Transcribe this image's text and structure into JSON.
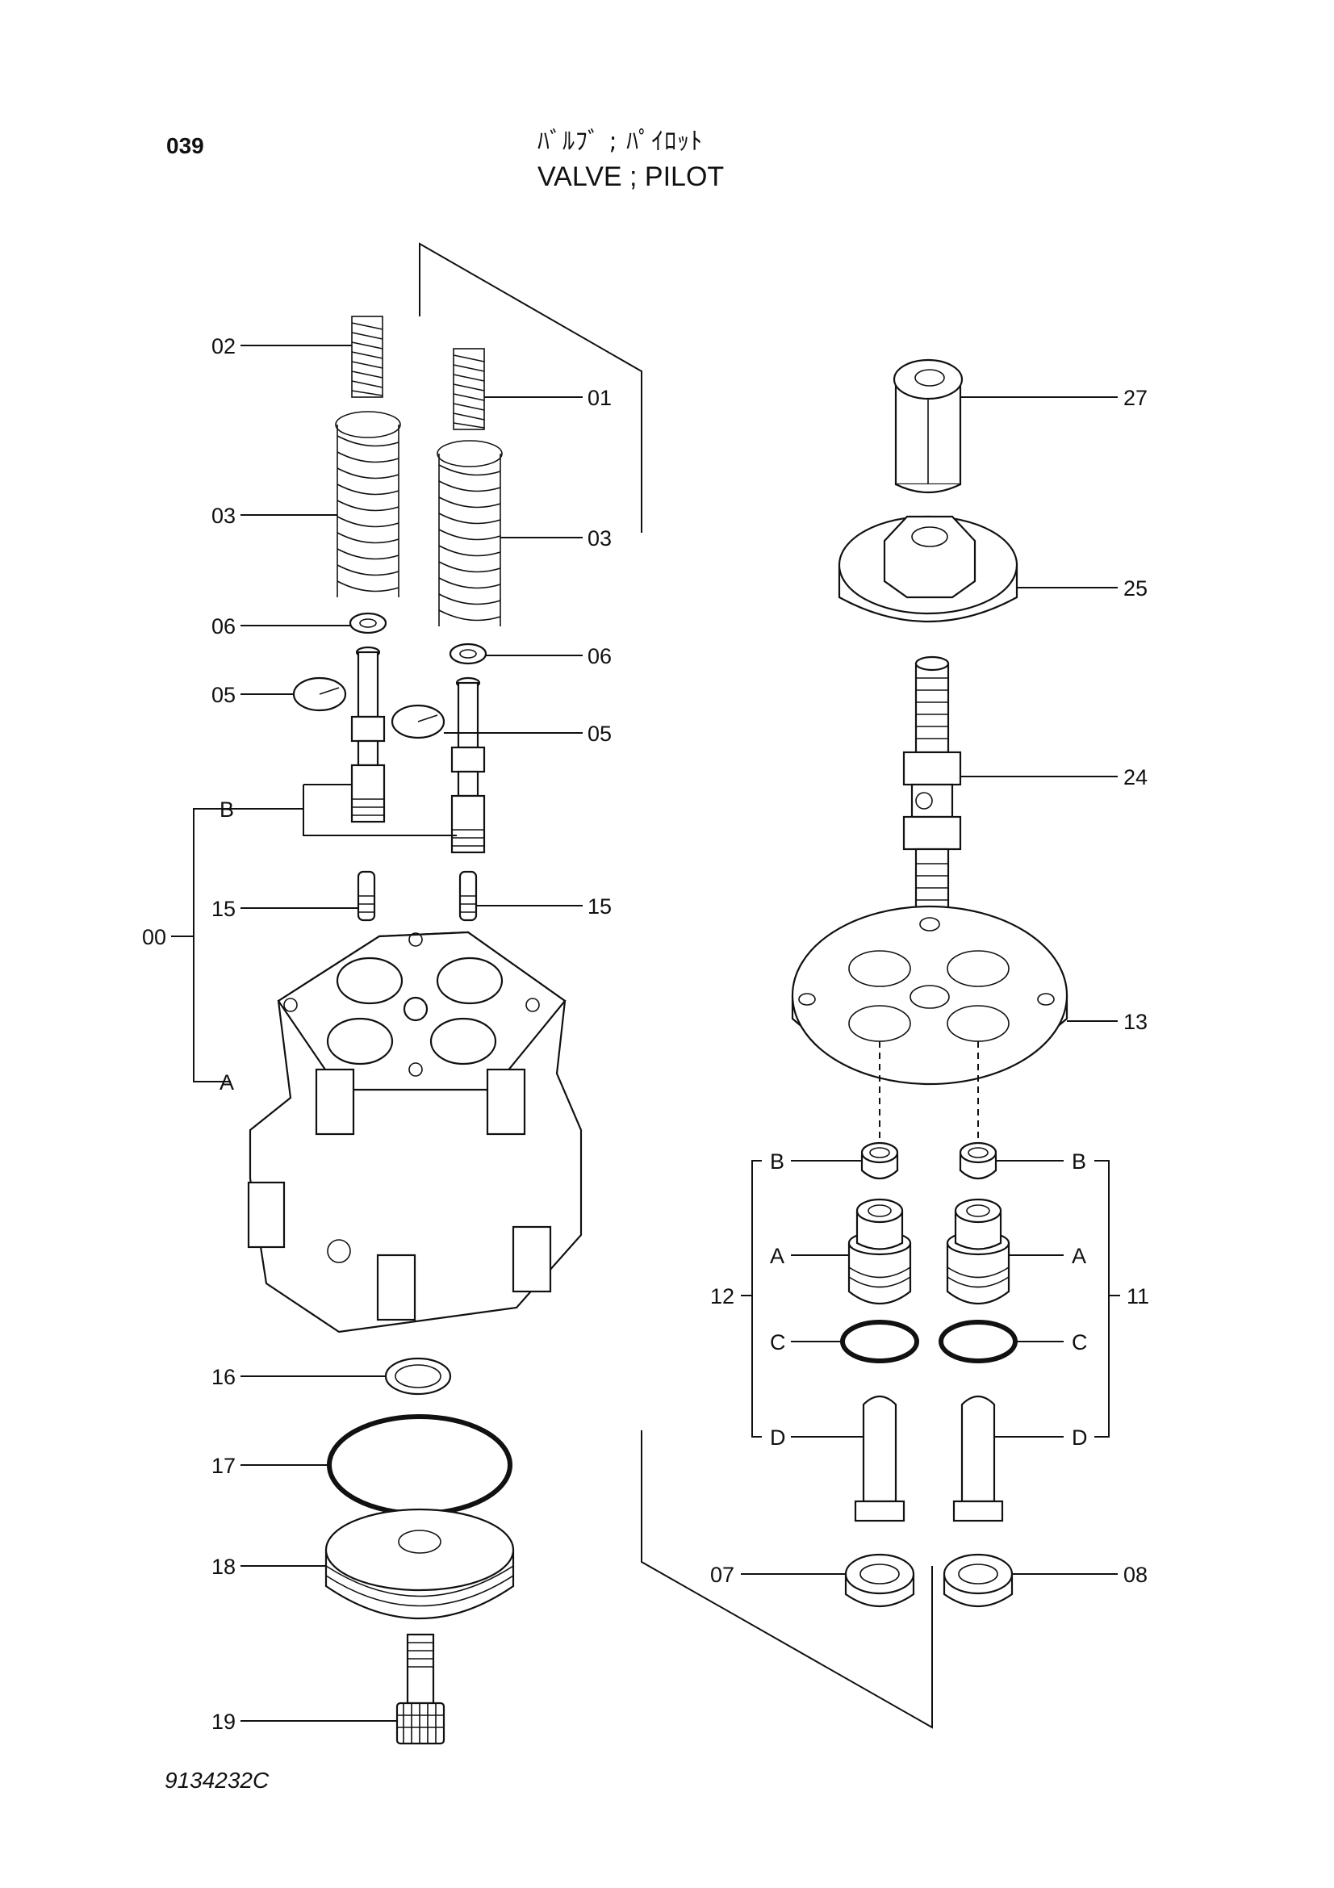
{
  "header": {
    "page_number": "039",
    "title_jp": "ﾊﾞﾙﾌﾞ ; ﾊﾟｲﾛｯﾄ",
    "title_en": "VALVE ; PILOT"
  },
  "footer": {
    "drawing_number": "9134232C"
  },
  "callouts": {
    "c01": "01",
    "c02": "02",
    "c03a": "03",
    "c03b": "03",
    "c05a": "05",
    "c05b": "05",
    "c06a": "06",
    "c06b": "06",
    "c00": "00",
    "cB_left": "B",
    "cA_left": "A",
    "c15a": "15",
    "c15b": "15",
    "c16": "16",
    "c17": "17",
    "c18": "18",
    "c19": "19",
    "c27": "27",
    "c25": "25",
    "c24": "24",
    "c13": "13",
    "c12": "12",
    "c11": "11",
    "cB12": "B",
    "cA12": "A",
    "cC12": "C",
    "cD12": "D",
    "cB11": "B",
    "cA11": "A",
    "cC11": "C",
    "cD11": "D",
    "c07": "07",
    "c08": "08"
  }
}
